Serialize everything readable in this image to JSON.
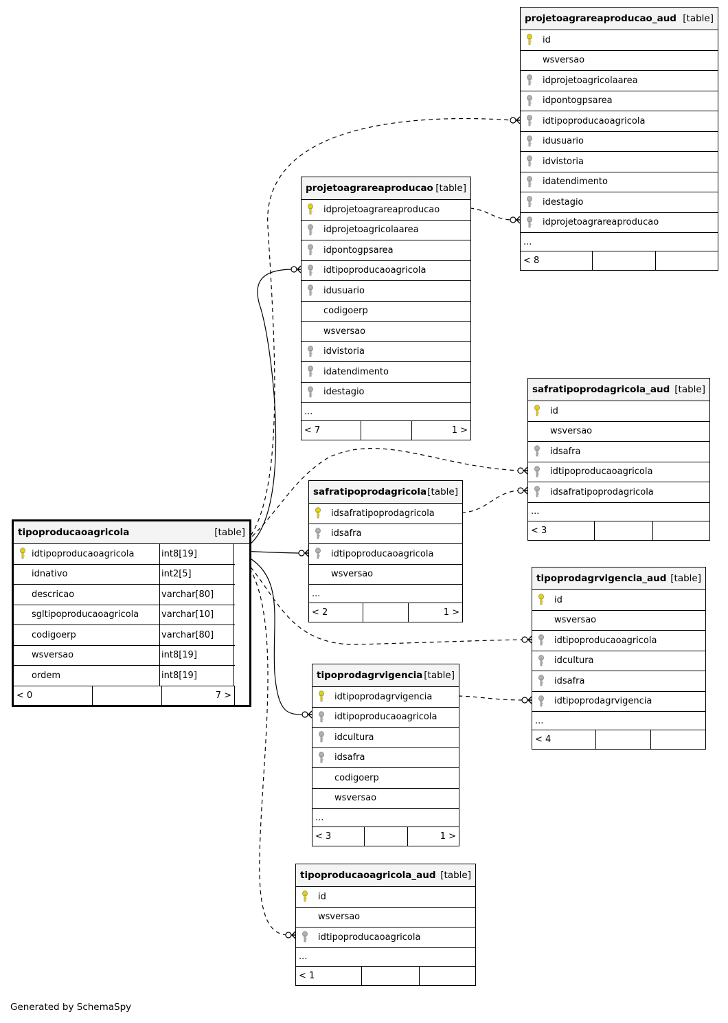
{
  "tables": {
    "tipoproducaoagricola": {
      "name": "tipoproducaoagricola",
      "tag": "[table]",
      "columns": [
        {
          "name": "idtipoproducaoagricola",
          "type": "int8[19]",
          "icon": "primary-key-icon"
        },
        {
          "name": "idnativo",
          "type": "int2[5]",
          "icon": ""
        },
        {
          "name": "descricao",
          "type": "varchar[80]",
          "icon": ""
        },
        {
          "name": "sgltipoproducaoagricola",
          "type": "varchar[10]",
          "icon": ""
        },
        {
          "name": "codigoerp",
          "type": "varchar[80]",
          "icon": ""
        },
        {
          "name": "wsversao",
          "type": "int8[19]",
          "icon": ""
        },
        {
          "name": "ordem",
          "type": "int8[19]",
          "icon": ""
        }
      ],
      "footer": [
        "< 0",
        "",
        "7 >"
      ]
    },
    "projetoagrareaproducao_aud": {
      "name": "projetoagrareaproducao_aud",
      "tag": "[table]",
      "columns": [
        {
          "name": "id",
          "icon": "primary-key-icon"
        },
        {
          "name": "wsversao",
          "icon": ""
        },
        {
          "name": "idprojetoagricolaarea",
          "icon": "foreign-key-icon"
        },
        {
          "name": "idpontogpsarea",
          "icon": "foreign-key-icon"
        },
        {
          "name": "idtipoproducaoagricola",
          "icon": "foreign-key-icon"
        },
        {
          "name": "idusuario",
          "icon": "foreign-key-icon"
        },
        {
          "name": "idvistoria",
          "icon": "foreign-key-icon"
        },
        {
          "name": "idatendimento",
          "icon": "foreign-key-icon"
        },
        {
          "name": "idestagio",
          "icon": "foreign-key-icon"
        },
        {
          "name": "idprojetoagrareaproducao",
          "icon": "foreign-key-icon"
        }
      ],
      "ellipsis": "...",
      "footer": [
        "< 8",
        "",
        ""
      ]
    },
    "projetoagrareaproducao": {
      "name": "projetoagrareaproducao",
      "tag": "[table]",
      "columns": [
        {
          "name": "idprojetoagrareaproducao",
          "icon": "primary-key-icon"
        },
        {
          "name": "idprojetoagricolaarea",
          "icon": "foreign-key-icon"
        },
        {
          "name": "idpontogpsarea",
          "icon": "foreign-key-icon"
        },
        {
          "name": "idtipoproducaoagricola",
          "icon": "foreign-key-icon"
        },
        {
          "name": "idusuario",
          "icon": "foreign-key-icon"
        },
        {
          "name": "codigoerp",
          "icon": ""
        },
        {
          "name": "wsversao",
          "icon": ""
        },
        {
          "name": "idvistoria",
          "icon": "foreign-key-icon"
        },
        {
          "name": "idatendimento",
          "icon": "foreign-key-icon"
        },
        {
          "name": "idestagio",
          "icon": "foreign-key-icon"
        }
      ],
      "ellipsis": "...",
      "footer": [
        "< 7",
        "",
        "1 >"
      ]
    },
    "safratipoprodagricola_aud": {
      "name": "safratipoprodagricola_aud",
      "tag": "[table]",
      "columns": [
        {
          "name": "id",
          "icon": "primary-key-icon"
        },
        {
          "name": "wsversao",
          "icon": ""
        },
        {
          "name": "idsafra",
          "icon": "foreign-key-icon"
        },
        {
          "name": "idtipoproducaoagricola",
          "icon": "foreign-key-icon"
        },
        {
          "name": "idsafratipoprodagricola",
          "icon": "foreign-key-icon"
        }
      ],
      "ellipsis": "...",
      "footer": [
        "< 3",
        "",
        ""
      ]
    },
    "safratipoprodagricola": {
      "name": "safratipoprodagricola",
      "tag": "[table]",
      "columns": [
        {
          "name": "idsafratipoprodagricola",
          "icon": "primary-key-icon"
        },
        {
          "name": "idsafra",
          "icon": "foreign-key-icon"
        },
        {
          "name": "idtipoproducaoagricola",
          "icon": "foreign-key-icon"
        },
        {
          "name": "wsversao",
          "icon": ""
        }
      ],
      "ellipsis": "...",
      "footer": [
        "< 2",
        "",
        "1 >"
      ]
    },
    "tipoprodagrvigencia_aud": {
      "name": "tipoprodagrvigencia_aud",
      "tag": "[table]",
      "columns": [
        {
          "name": "id",
          "icon": "primary-key-icon"
        },
        {
          "name": "wsversao",
          "icon": ""
        },
        {
          "name": "idtipoproducaoagricola",
          "icon": "foreign-key-icon"
        },
        {
          "name": "idcultura",
          "icon": "foreign-key-icon"
        },
        {
          "name": "idsafra",
          "icon": "foreign-key-icon"
        },
        {
          "name": "idtipoprodagrvigencia",
          "icon": "foreign-key-icon"
        }
      ],
      "ellipsis": "...",
      "footer": [
        "< 4",
        "",
        ""
      ]
    },
    "tipoprodagrvigencia": {
      "name": "tipoprodagrvigencia",
      "tag": "[table]",
      "columns": [
        {
          "name": "idtipoprodagrvigencia",
          "icon": "primary-key-icon"
        },
        {
          "name": "idtipoproducaoagricola",
          "icon": "foreign-key-icon"
        },
        {
          "name": "idcultura",
          "icon": "foreign-key-icon"
        },
        {
          "name": "idsafra",
          "icon": "foreign-key-icon"
        },
        {
          "name": "codigoerp",
          "icon": ""
        },
        {
          "name": "wsversao",
          "icon": ""
        }
      ],
      "ellipsis": "...",
      "footer": [
        "< 3",
        "",
        "1 >"
      ]
    },
    "tipoproducaoagricola_aud": {
      "name": "tipoproducaoagricola_aud",
      "tag": "[table]",
      "columns": [
        {
          "name": "id",
          "icon": "primary-key-icon"
        },
        {
          "name": "wsversao",
          "icon": ""
        },
        {
          "name": "idtipoproducaoagricola",
          "icon": "foreign-key-icon"
        }
      ],
      "ellipsis": "...",
      "footer": [
        "< 1",
        "",
        ""
      ]
    }
  },
  "generated_by": "Generated by SchemaSpy",
  "colors": {
    "primary_key": "#e6d400",
    "foreign_key": "#b0b0b0",
    "header_bg": "#f4f4f4",
    "line": "#000000"
  }
}
